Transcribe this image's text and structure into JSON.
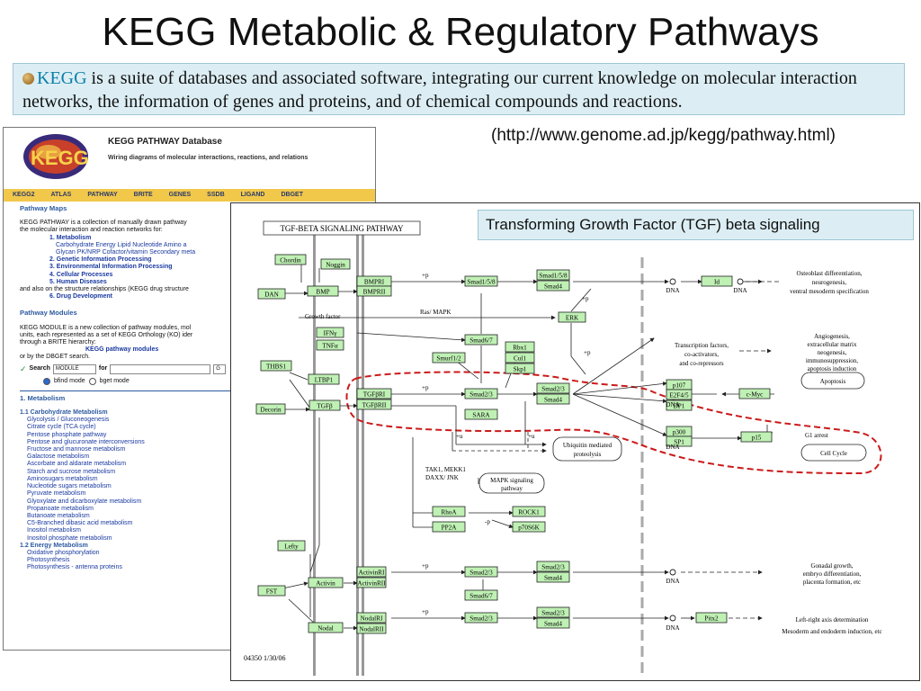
{
  "title": "KEGG Metabolic & Regulatory Pathways",
  "intro": {
    "link_text": "KEGG",
    "text": " is a suite of databases and associated software, integrating our current knowledge on molecular interaction networks, the information of genes and proteins, and of chemical compounds and reactions."
  },
  "url_caption": "(http://www.genome.ad.jp/kegg/pathway.html)",
  "kegg_page": {
    "logo_text": "KEGG",
    "header_title": "KEGG PATHWAY Database",
    "header_subtitle": "Wiring diagrams of molecular interactions, reactions, and relations",
    "nav": [
      "KEGG2",
      "ATLAS",
      "PATHWAY",
      "BRITE",
      "GENES",
      "SSDB",
      "LIGAND",
      "DBGET"
    ],
    "maps_heading": "Pathway Maps",
    "maps_text_1": "KEGG PATHWAY is a collection of manually drawn pathway",
    "maps_text_2": "the molecular interaction and reaction networks for:",
    "categories": [
      "1. Metabolism",
      "2. Genetic Information Processing",
      "3. Environmental Information Processing",
      "4. Cellular Processes",
      "5. Human Diseases"
    ],
    "metabolism_sub_1": "Carbohydrate   Energy   Lipid   Nucleotide   Amino a",
    "metabolism_sub_2": "Glycan   PK/NRP   Cofactor/vitamin   Secondary meta",
    "structure_text": "and also on the structure relationships (KEGG drug structure",
    "drug_dev": "6. Drug Development",
    "modules_heading": "Pathway Modules",
    "modules_text_1": "KEGG MODULE is a new collection of pathway modules, mol",
    "modules_text_2": "units, each represented as a set of KEGG Orthology (KO) ider",
    "modules_text_3": "through a BRITE hierarchy:",
    "modules_link": "KEGG pathway modules",
    "modules_text_4": "or by the DBGET search.",
    "search_label": "Search",
    "search_select": "MODULE",
    "search_for": "for",
    "search_go": "G",
    "mode_bfind": "bfind mode",
    "mode_bget": "bget mode",
    "list_heading": "1. Metabolism",
    "carb_heading": "1.1 Carbohydrate Metabolism",
    "carb_items": [
      "Glycolysis / Gluconeogenesis",
      "Citrate cycle (TCA cycle)",
      "Pentose phosphate pathway",
      "Pentose and glucuronate interconversions",
      "Fructose and mannose metabolism",
      "Galactose metabolism",
      "Ascorbate and aldarate metabolism",
      "Starch and sucrose metabolism",
      "Aminosugars metabolism",
      "Nucleotide sugars metabolism",
      "Pyruvate metabolism",
      "Glyoxylate and dicarboxylate metabolism",
      "Propanoate metabolism",
      "Butanoate metabolism",
      "C5-Branched dibasic acid metabolism",
      "Inositol metabolism",
      "Inositol phosphate metabolism"
    ],
    "energy_heading": "1.2 Energy Metabolism",
    "energy_items": [
      "Oxidative phosphorylation",
      "Photosynthesis",
      "Photosynthesis - antenna proteins"
    ]
  },
  "pathway": {
    "caption": "Transforming Growth Factor (TGF) beta signaling",
    "header": "TGF-BETA SIGNALING PATHWAY",
    "footer": "04350  1/30/06",
    "genes": {
      "chordin": "Chordin",
      "noggin": "Noggin",
      "dan": "DAN",
      "bmp": "BMP",
      "bmpri": "BMPRI",
      "bmprii": "BMPRII",
      "smad158a": "Smad1/5/8",
      "smad158b": "Smad1/5/8",
      "smad4a": "Smad4",
      "id": "Id",
      "erk": "ERK",
      "ifng": "IFNγ",
      "tnfa": "TNFα",
      "smad67a": "Smad6/7",
      "smurf": "Smurf1/2",
      "rbx1": "Rbx1",
      "cul1": "Cul1",
      "skp1": "Skp1",
      "thbs1": "THBS1",
      "ltbp1": "LTBP1",
      "tgfbri": "TGFβRI",
      "tgfbrii": "TGFβRII",
      "decorin": "Decorin",
      "tgfb": "TGFβ",
      "smad23a": "Smad2/3",
      "smad23b": "Smad2/3",
      "smad4b": "Smad4",
      "sara": "SARA",
      "p107": "p107",
      "e2f45": "E2F4/5",
      "dp1": "DP1",
      "cmyc": "c-Myc",
      "p300": "p300",
      "sp1": "SP1",
      "p15": "p15",
      "rhoa": "RhoA",
      "rock1": "ROCK1",
      "pp2a": "PP2A",
      "p70s6k": "p70S6K",
      "lefty": "Lefty",
      "fst": "FST",
      "activin": "Activin",
      "actri": "ActivinRI",
      "actrii": "ActivinRII",
      "smad23c": "Smad2/3",
      "smad23d": "Smad2/3",
      "smad4c": "Smad4",
      "smad67b": "Smad6/7",
      "nodal": "Nodal",
      "nodalri": "NodalRI",
      "nodalrii": "NodalRII",
      "smad23e": "Smad2/3",
      "smad23f": "Smad2/3",
      "smad4d": "Smad4",
      "pitx2": "Pitx2"
    },
    "labels": {
      "growth_factor": "Growth factor",
      "ras_mapk": "Ras/ MAPK",
      "dna1": "DNA",
      "dna2": "DNA",
      "dna3": "DNA",
      "dna4": "DNA",
      "dna5": "DNA",
      "dna6": "DNA",
      "osteo1": "Osteoblast differentiation,",
      "osteo2": "neurogenesis,",
      "osteo3": "ventral mesoderm specification",
      "tf1": "Transcription factors,",
      "tf2": "co-activators,",
      "tf3": "and co-repressors",
      "ang1": "Angiogenesis,",
      "ang2": "extracellular matrix",
      "ang3": "neogenesis,",
      "ang4": "immunosuppression,",
      "ang5": "apoptosis induction",
      "apoptosis": "Apoptosis",
      "g1": "G1 arrest",
      "cell_cycle": "Cell Cycle",
      "ubiq1": "Ubiquitin mediated",
      "ubiq2": "proteolysis",
      "tak1": "TAK1, MEKK1",
      "tak2": "DAXX/ JNK",
      "mapk1": "MAPK signaling",
      "mapk2": "pathway",
      "gon1": "Gonadal growth,",
      "gon2": "embryo differentiation,",
      "gon3": "placenta formation, etc",
      "lr1": "Left-right axis determination",
      "lr2": "Mesoderm and endoderm induction, etc",
      "p1": "+p",
      "p2": "+p",
      "p3": "+p",
      "p4": "+p",
      "p5": "+p",
      "p6": "+p",
      "u1": "+u",
      "u2": "+u",
      "mp": "-p"
    }
  }
}
